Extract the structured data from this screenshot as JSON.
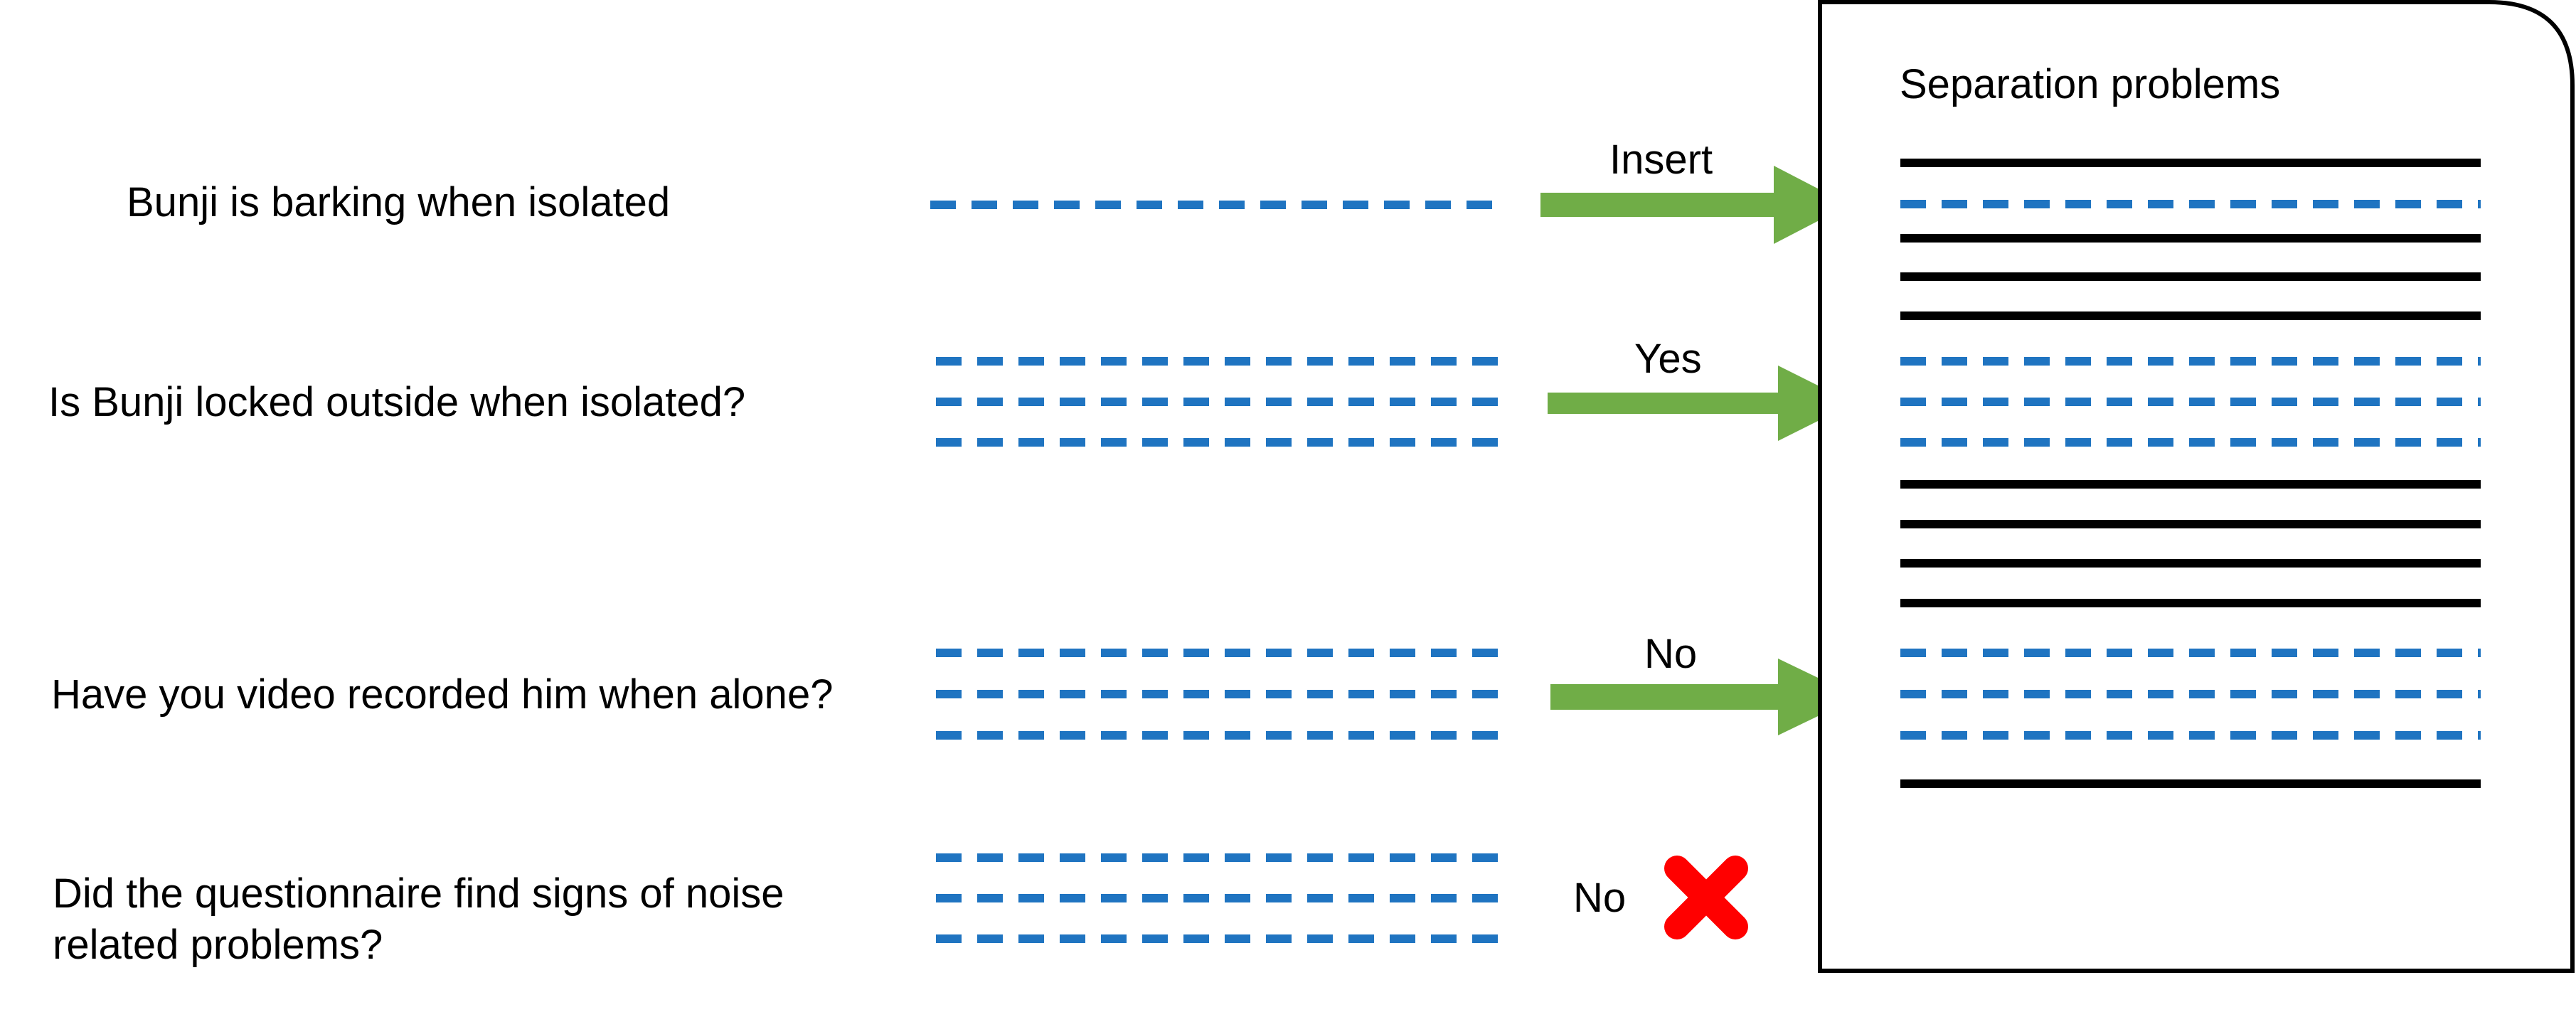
{
  "colors": {
    "dash": "#1f74c1",
    "arrow": "#70ad47",
    "cross": "#ff0000",
    "solid": "#000000",
    "document_border": "#000000"
  },
  "document": {
    "title": "Separation problems"
  },
  "questions": [
    {
      "id": "q1",
      "text_lines": [
        "Bunji is barking when isolated"
      ],
      "arrow_label": "Insert",
      "outcome": "arrow"
    },
    {
      "id": "q2",
      "text_lines": [
        "Is Bunji locked outside when isolated?"
      ],
      "arrow_label": "Yes",
      "outcome": "arrow"
    },
    {
      "id": "q3",
      "text_lines": [
        "Have you video recorded him when alone?"
      ],
      "arrow_label": "No",
      "outcome": "arrow"
    },
    {
      "id": "q4",
      "text_lines": [
        "Did the questionnaire find signs of noise",
        "related problems?"
      ],
      "arrow_label": "No",
      "outcome": "cross",
      "outcome_icon": "cross-icon"
    }
  ]
}
